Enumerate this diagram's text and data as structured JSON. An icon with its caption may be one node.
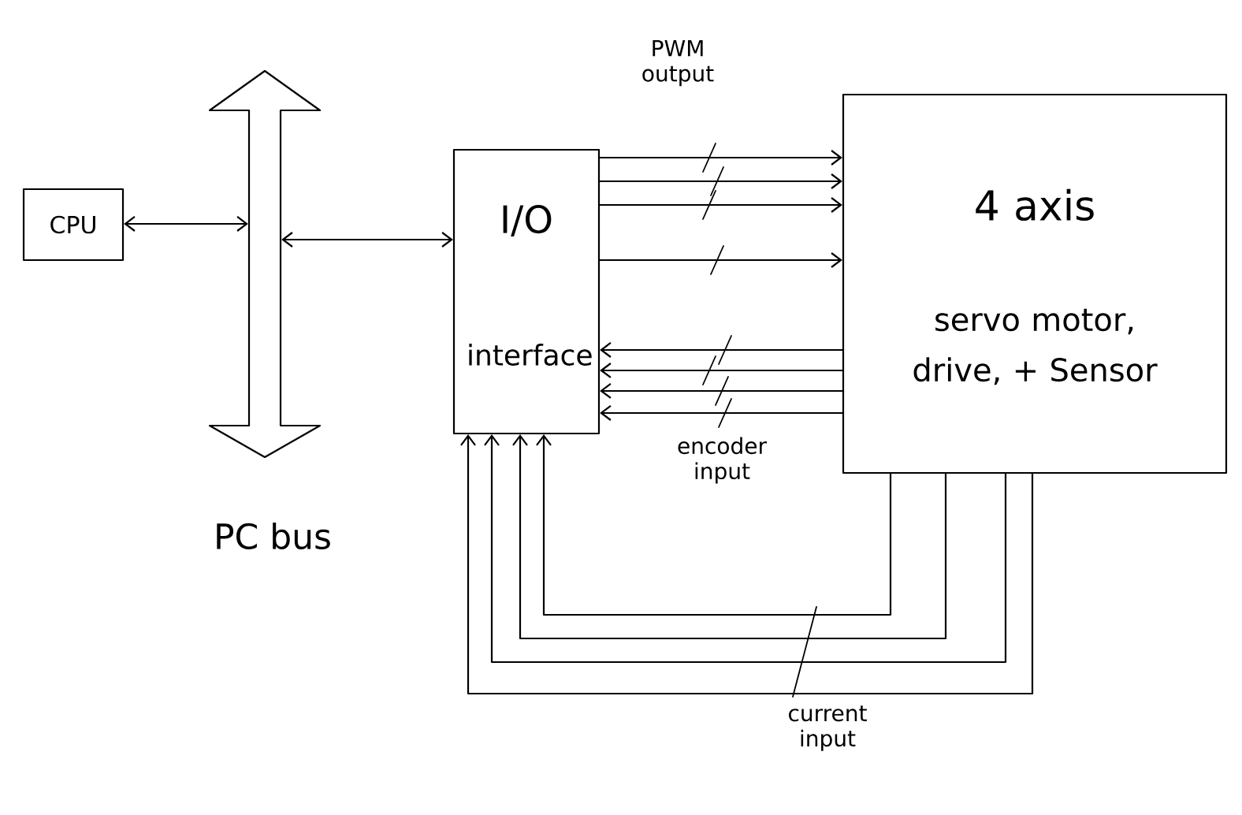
{
  "diagram": {
    "nodes": [
      {
        "text": [
          "CPU"
        ]
      },
      {
        "text": [
          "PC bus"
        ]
      },
      {
        "text": [
          "I/O",
          "interface"
        ]
      },
      {
        "text": [
          "4 axis",
          "servo motor, drive, + Sensor"
        ]
      }
    ],
    "edges": [
      {
        "from": 0,
        "to": 1,
        "arrow": "both"
      },
      {
        "from": 1,
        "to": 2,
        "arrow": "both"
      },
      {
        "from": 2,
        "to": 3,
        "arrow": "to",
        "label": "PWM output"
      },
      {
        "from": 2,
        "to": 3,
        "arrow": "to"
      },
      {
        "from": 2,
        "to": 3,
        "arrow": "to"
      },
      {
        "from": 2,
        "to": 3,
        "arrow": "to"
      },
      {
        "from": 3,
        "to": 2,
        "arrow": "to"
      },
      {
        "from": 3,
        "to": 2,
        "arrow": "to"
      },
      {
        "from": 3,
        "to": 2,
        "arrow": "to"
      },
      {
        "from": 3,
        "to": 2,
        "arrow": "to",
        "label": "encoder input"
      },
      {
        "from": 3,
        "to": 2,
        "arrow": "to"
      },
      {
        "from": 3,
        "to": 2,
        "arrow": "to"
      },
      {
        "from": 3,
        "to": 2,
        "arrow": "to"
      },
      {
        "from": 3,
        "to": 2,
        "arrow": "to",
        "label": "current input"
      }
    ]
  }
}
